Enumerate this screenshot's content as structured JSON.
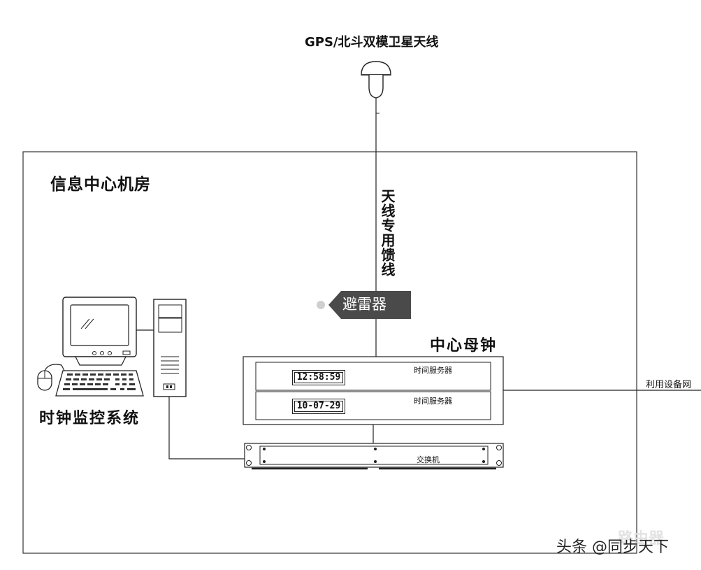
{
  "labels": {
    "antenna": "GPS/北斗双模卫星天线",
    "room": "信息中心机房",
    "cable": "天线专用馈线",
    "arrester": "避雷器",
    "master_clock": "中心母钟",
    "server_1": "时间服务器",
    "server_2": "时间服务器",
    "switch": "交换机",
    "network": "利用设备网",
    "monitor_system": "时钟监控系统"
  },
  "displays": {
    "time": "12:58:59",
    "date": "10-07-29"
  },
  "watermark": {
    "text": "头条 @同步天下",
    "ghost": "路由器"
  },
  "colors": {
    "line": "#222222",
    "arrester_tag": "#4a4a4a"
  }
}
